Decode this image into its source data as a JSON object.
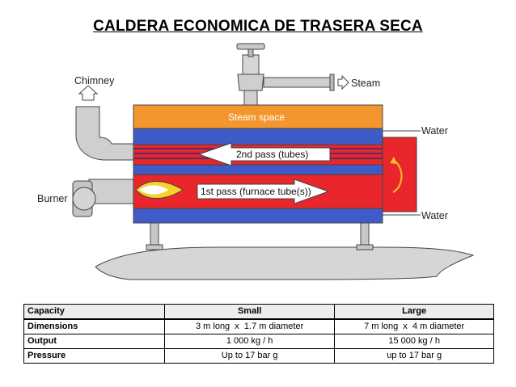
{
  "title": "CALDERA ECONOMICA DE TRASERA SECA",
  "diagram": {
    "labels": {
      "chimney": "Chimney",
      "steam": "Steam",
      "steam_space": "Steam space",
      "water_top": "Water",
      "water_bottom": "Water",
      "burner": "Burner",
      "second_pass": "2nd pass (tubes)",
      "first_pass": "1st pass (furnace tube(s))"
    },
    "colors": {
      "steam_space": "#f4962e",
      "water": "#3f5bc7",
      "furnace": "#e8262b",
      "ground": "#d6d6d6",
      "metal": "#c8c8c8"
    }
  },
  "table": {
    "headers": [
      "Capacity",
      "Small",
      "Large"
    ],
    "rows": [
      [
        "Dimensions",
        "3 m long  x  1.7 m diameter",
        "7 m long  x  4 m diameter"
      ],
      [
        "Output",
        "1 000 kg / h",
        "15 000 kg / h"
      ],
      [
        "Pressure",
        "Up to 17 bar g",
        "up to 17 bar g"
      ]
    ]
  }
}
